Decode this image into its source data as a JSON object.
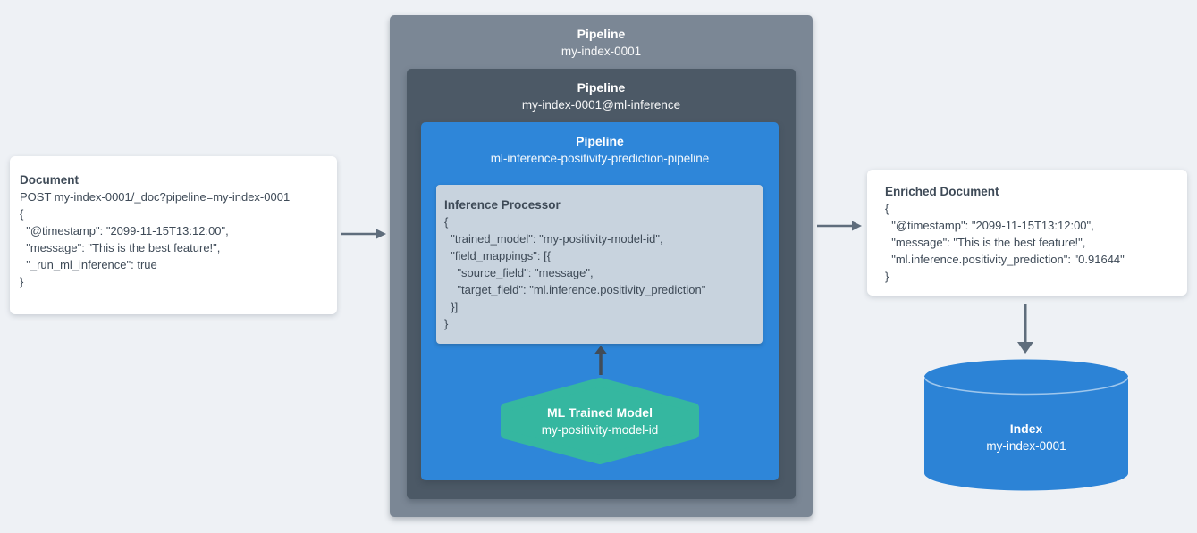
{
  "colors": {
    "background": "#eef1f5",
    "outer_pipeline_bg": "#7b8795",
    "middle_pipeline_bg": "#4c5966",
    "inner_pipeline_bg": "#2e86d9",
    "processor_bg": "#c8d3de",
    "model_hexagon_bg": "#35b7a0",
    "index_cylinder_bg": "#2c83d6",
    "card_bg": "#ffffff",
    "arrow": "#5f6d7c",
    "arrow_dark": "#414c58",
    "text_dark": "#3e4a57",
    "text_light": "#ffffff"
  },
  "document_card": {
    "title": "Document",
    "lines": [
      "POST my-index-0001/_doc?pipeline=my-index-0001",
      "{",
      "  \"@timestamp\": \"2099-11-15T13:12:00\",",
      "  \"message\": \"This is the best feature!\",",
      "  \"_run_ml_inference\": true",
      "}"
    ]
  },
  "outer_pipeline": {
    "label": "Pipeline",
    "name": "my-index-0001"
  },
  "middle_pipeline": {
    "label": "Pipeline",
    "name": "my-index-0001@ml-inference"
  },
  "inner_pipeline": {
    "label": "Pipeline",
    "name": "ml-inference-positivity-prediction-pipeline"
  },
  "inference_processor": {
    "title": "Inference Processor",
    "lines": [
      "{",
      "  \"trained_model\": \"my-positivity-model-id\",",
      "  \"field_mappings\": [{",
      "    \"source_field\": \"message\",",
      "    \"target_field\": \"ml.inference.positivity_prediction\"",
      "  }]",
      "}"
    ]
  },
  "ml_model": {
    "title": "ML Trained Model",
    "name": "my-positivity-model-id"
  },
  "enriched_card": {
    "title": "Enriched Document",
    "lines": [
      "{",
      "  \"@timestamp\": \"2099-11-15T13:12:00\",",
      "  \"message\": \"This is the best feature!\",",
      "  \"ml.inference.positivity_prediction\": \"0.91644\"",
      "}"
    ]
  },
  "index": {
    "title": "Index",
    "name": "my-index-0001"
  }
}
